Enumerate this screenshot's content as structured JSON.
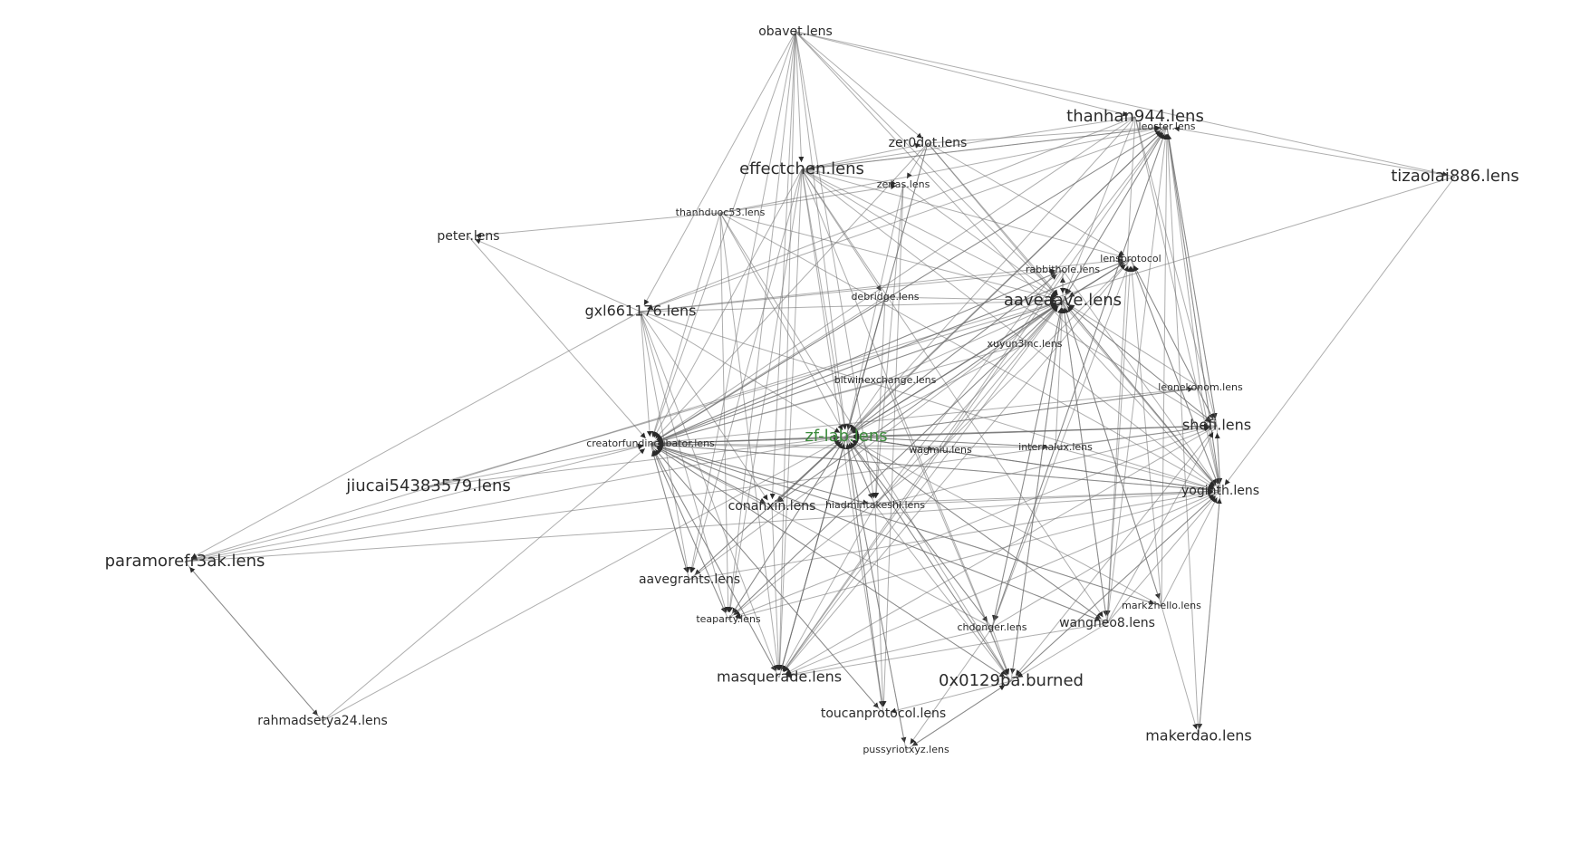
{
  "graph": {
    "colors": {
      "edge": "#6b6b6b",
      "label": "#2b2b2b",
      "highlight": "#3d8b3d",
      "background": "#ffffff"
    },
    "nodes": [
      {
        "id": "obavet",
        "label": "obavet.lens",
        "size": "small"
      },
      {
        "id": "thanhan944",
        "label": "thanhan944.lens",
        "size": "large"
      },
      {
        "id": "leoster",
        "label": "leoster.lens",
        "size": "tiny"
      },
      {
        "id": "tizaolai886",
        "label": "tizaolai886.lens",
        "size": "large"
      },
      {
        "id": "zer0dot",
        "label": "zer0dot.lens",
        "size": "small"
      },
      {
        "id": "effectchen",
        "label": "effectchen.lens",
        "size": "large"
      },
      {
        "id": "zerias",
        "label": "zerias.lens",
        "size": "tiny"
      },
      {
        "id": "thanhduoc53",
        "label": "thanhduoc53.lens",
        "size": "tiny"
      },
      {
        "id": "peter",
        "label": "peter.lens",
        "size": "small"
      },
      {
        "id": "lensprotocol",
        "label": "lensprotocol",
        "size": "tiny"
      },
      {
        "id": "rabbithole",
        "label": "rabbithole.lens",
        "size": "tiny"
      },
      {
        "id": "aaveaave",
        "label": "aaveaave.lens",
        "size": "large"
      },
      {
        "id": "debridge",
        "label": "debridge.lens",
        "size": "tiny"
      },
      {
        "id": "gxl661176",
        "label": "gxl661176.lens",
        "size": "medium"
      },
      {
        "id": "xuyun",
        "label": "xuyun3inc.lens",
        "size": "tiny"
      },
      {
        "id": "bitwin",
        "label": "bitwinexchange.lens",
        "size": "tiny"
      },
      {
        "id": "leonekonom",
        "label": "leonekonom.lens",
        "size": "tiny"
      },
      {
        "id": "creatorfund",
        "label": "creatorfundincubator.lens",
        "size": "tiny"
      },
      {
        "id": "zfilab",
        "label": "zf-lab.lens",
        "size": "large",
        "highlight": true
      },
      {
        "id": "shefi",
        "label": "shefi.lens",
        "size": "medium"
      },
      {
        "id": "wagmiu",
        "label": "wagmiu.lens",
        "size": "tiny"
      },
      {
        "id": "internalux",
        "label": "internalux.lens",
        "size": "tiny"
      },
      {
        "id": "jiucai",
        "label": "jiucai54383579.lens",
        "size": "large"
      },
      {
        "id": "yoginth",
        "label": "yoginth.lens",
        "size": "small"
      },
      {
        "id": "conanxin",
        "label": "conanxin.lens",
        "size": "small"
      },
      {
        "id": "hiadmin",
        "label": "hiadmintakeshi.lens",
        "size": "tiny"
      },
      {
        "id": "paramore",
        "label": "paramorefr3ak.lens",
        "size": "large"
      },
      {
        "id": "aavegrants",
        "label": "aavegrants.lens",
        "size": "small"
      },
      {
        "id": "mark2hello",
        "label": "mark2hello.lens",
        "size": "tiny"
      },
      {
        "id": "teaparty",
        "label": "teaparty.lens",
        "size": "tiny"
      },
      {
        "id": "chdonger",
        "label": "chdonger.lens",
        "size": "tiny"
      },
      {
        "id": "wangneo8",
        "label": "wangneo8.lens",
        "size": "small"
      },
      {
        "id": "masquerade",
        "label": "masquerade.lens",
        "size": "medium"
      },
      {
        "id": "ox0129ba",
        "label": "0x0129ba.burned",
        "size": "large"
      },
      {
        "id": "toucan",
        "label": "toucanprotocol.lens",
        "size": "small"
      },
      {
        "id": "rahmad",
        "label": "rahmadsetya24.lens",
        "size": "small"
      },
      {
        "id": "makerdao",
        "label": "makerdao.lens",
        "size": "medium"
      },
      {
        "id": "pussyriot",
        "label": "pussyriotxyz.lens",
        "size": "tiny"
      }
    ],
    "edges": [
      [
        "obavet",
        "thanhan944"
      ],
      [
        "obavet",
        "tizaolai886"
      ],
      [
        "obavet",
        "effectchen"
      ],
      [
        "obavet",
        "zer0dot"
      ],
      [
        "obavet",
        "creatorfund"
      ],
      [
        "obavet",
        "zfilab"
      ],
      [
        "obavet",
        "aaveaave"
      ],
      [
        "obavet",
        "masquerade"
      ],
      [
        "obavet",
        "aavegrants"
      ],
      [
        "obavet",
        "yoginth"
      ],
      [
        "obavet",
        "conanxin"
      ],
      [
        "obavet",
        "teaparty"
      ],
      [
        "obavet",
        "gxl661176"
      ],
      [
        "obavet",
        "hiadmin"
      ],
      [
        "tizaolai886",
        "leoster"
      ],
      [
        "tizaolai886",
        "paramore"
      ],
      [
        "tizaolai886",
        "yoginth"
      ],
      [
        "thanhan944",
        "effectchen"
      ],
      [
        "thanhan944",
        "aaveaave"
      ],
      [
        "thanhan944",
        "zfilab"
      ],
      [
        "thanhan944",
        "yoginth"
      ],
      [
        "thanhan944",
        "shefi"
      ],
      [
        "thanhan944",
        "creatorfund"
      ],
      [
        "thanhan944",
        "gxl661176"
      ],
      [
        "thanhan944",
        "wangneo8"
      ],
      [
        "leoster",
        "zfilab"
      ],
      [
        "leoster",
        "aaveaave"
      ],
      [
        "leoster",
        "gxl661176"
      ],
      [
        "leoster",
        "creatorfund"
      ],
      [
        "leoster",
        "yoginth"
      ],
      [
        "leoster",
        "shefi"
      ],
      [
        "leoster",
        "chdonger"
      ],
      [
        "leoster",
        "effectchen"
      ],
      [
        "leoster",
        "conanxin"
      ],
      [
        "effectchen",
        "zfilab"
      ],
      [
        "effectchen",
        "aaveaave"
      ],
      [
        "effectchen",
        "creatorfund"
      ],
      [
        "effectchen",
        "masquerade"
      ],
      [
        "effectchen",
        "ox0129ba"
      ],
      [
        "effectchen",
        "yoginth"
      ],
      [
        "effectchen",
        "shefi"
      ],
      [
        "effectchen",
        "aavegrants"
      ],
      [
        "effectchen",
        "teaparty"
      ],
      [
        "effectchen",
        "toucan"
      ],
      [
        "effectchen",
        "leoster"
      ],
      [
        "effectchen",
        "lensprotocol"
      ],
      [
        "effectchen",
        "zer0dot"
      ],
      [
        "effectchen",
        "zerias"
      ],
      [
        "effectchen",
        "debridge"
      ],
      [
        "effectchen",
        "wangneo8"
      ],
      [
        "zer0dot",
        "zfilab"
      ],
      [
        "zer0dot",
        "aaveaave"
      ],
      [
        "zer0dot",
        "creatorfund"
      ],
      [
        "zer0dot",
        "masquerade"
      ],
      [
        "zer0dot",
        "yoginth"
      ],
      [
        "zer0dot",
        "leoster"
      ],
      [
        "zer0dot",
        "lensprotocol"
      ],
      [
        "zer0dot",
        "zerias"
      ],
      [
        "zerias",
        "zfilab"
      ],
      [
        "zerias",
        "hiadmin"
      ],
      [
        "zerias",
        "toucan"
      ],
      [
        "zerias",
        "aaveaave"
      ],
      [
        "thanhduoc53",
        "peter"
      ],
      [
        "thanhduoc53",
        "zfilab"
      ],
      [
        "thanhduoc53",
        "aaveaave"
      ],
      [
        "thanhduoc53",
        "masquerade"
      ],
      [
        "thanhduoc53",
        "creatorfund"
      ],
      [
        "thanhduoc53",
        "yoginth"
      ],
      [
        "thanhduoc53",
        "zerias"
      ],
      [
        "thanhduoc53",
        "leoster"
      ],
      [
        "thanhduoc53",
        "ox0129ba"
      ],
      [
        "thanhduoc53",
        "teaparty"
      ],
      [
        "gxl661176",
        "peter"
      ],
      [
        "gxl661176",
        "zfilab"
      ],
      [
        "gxl661176",
        "aaveaave"
      ],
      [
        "gxl661176",
        "creatorfund"
      ],
      [
        "gxl661176",
        "masquerade"
      ],
      [
        "gxl661176",
        "yoginth"
      ],
      [
        "gxl661176",
        "aavegrants"
      ],
      [
        "gxl661176",
        "conanxin"
      ],
      [
        "gxl661176",
        "paramore"
      ],
      [
        "gxl661176",
        "teaparty"
      ],
      [
        "gxl661176",
        "lensprotocol"
      ],
      [
        "gxl661176",
        "rabbithole"
      ],
      [
        "peter",
        "creatorfund"
      ],
      [
        "jiucai",
        "creatorfund"
      ],
      [
        "jiucai",
        "zfilab"
      ],
      [
        "jiucai",
        "aaveaave"
      ],
      [
        "paramore",
        "rahmad"
      ],
      [
        "paramore",
        "creatorfund"
      ],
      [
        "paramore",
        "zfilab"
      ],
      [
        "paramore",
        "yoginth"
      ],
      [
        "paramore",
        "shefi"
      ],
      [
        "rahmad",
        "creatorfund"
      ],
      [
        "rahmad",
        "paramore"
      ],
      [
        "rahmad",
        "zfilab"
      ],
      [
        "creatorfund",
        "zfilab"
      ],
      [
        "creatorfund",
        "aaveaave"
      ],
      [
        "creatorfund",
        "yoginth"
      ],
      [
        "creatorfund",
        "shefi"
      ],
      [
        "creatorfund",
        "masquerade"
      ],
      [
        "creatorfund",
        "aavegrants"
      ],
      [
        "creatorfund",
        "teaparty"
      ],
      [
        "creatorfund",
        "ox0129ba"
      ],
      [
        "creatorfund",
        "conanxin"
      ],
      [
        "creatorfund",
        "hiadmin"
      ],
      [
        "creatorfund",
        "wangneo8"
      ],
      [
        "creatorfund",
        "leoster"
      ],
      [
        "creatorfund",
        "lensprotocol"
      ],
      [
        "creatorfund",
        "rabbithole"
      ],
      [
        "creatorfund",
        "mark2hello"
      ],
      [
        "creatorfund",
        "toucan"
      ],
      [
        "zfilab",
        "aaveaave"
      ],
      [
        "zfilab",
        "yoginth"
      ],
      [
        "zfilab",
        "shefi"
      ],
      [
        "zfilab",
        "masquerade"
      ],
      [
        "zfilab",
        "ox0129ba"
      ],
      [
        "zfilab",
        "aavegrants"
      ],
      [
        "zfilab",
        "teaparty"
      ],
      [
        "zfilab",
        "toucan"
      ],
      [
        "zfilab",
        "pussyriot"
      ],
      [
        "zfilab",
        "leoster"
      ],
      [
        "zfilab",
        "lensprotocol"
      ],
      [
        "zfilab",
        "rabbithole"
      ],
      [
        "zfilab",
        "conanxin"
      ],
      [
        "zfilab",
        "hiadmin"
      ],
      [
        "zfilab",
        "wangneo8"
      ],
      [
        "zfilab",
        "chdonger"
      ],
      [
        "zfilab",
        "creatorfund"
      ],
      [
        "zfilab",
        "leonekonom"
      ],
      [
        "zfilab",
        "internalux"
      ],
      [
        "zfilab",
        "wagmiu"
      ],
      [
        "aaveaave",
        "yoginth"
      ],
      [
        "aaveaave",
        "shefi"
      ],
      [
        "aaveaave",
        "masquerade"
      ],
      [
        "aaveaave",
        "ox0129ba"
      ],
      [
        "aaveaave",
        "creatorfund"
      ],
      [
        "aaveaave",
        "zfilab"
      ],
      [
        "aaveaave",
        "lensprotocol"
      ],
      [
        "aaveaave",
        "rabbithole"
      ],
      [
        "aaveaave",
        "conanxin"
      ],
      [
        "aaveaave",
        "wangneo8"
      ],
      [
        "aaveaave",
        "chdonger"
      ],
      [
        "aaveaave",
        "teaparty"
      ],
      [
        "aaveaave",
        "leoster"
      ],
      [
        "aaveaave",
        "mark2hello"
      ],
      [
        "rabbithole",
        "aaveaave"
      ],
      [
        "rabbithole",
        "zfilab"
      ],
      [
        "rabbithole",
        "yoginth"
      ],
      [
        "rabbithole",
        "masquerade"
      ],
      [
        "rabbithole",
        "creatorfund"
      ],
      [
        "lensprotocol",
        "aaveaave"
      ],
      [
        "lensprotocol",
        "zfilab"
      ],
      [
        "lensprotocol",
        "yoginth"
      ],
      [
        "lensprotocol",
        "masquerade"
      ],
      [
        "lensprotocol",
        "creatorfund"
      ],
      [
        "lensprotocol",
        "shefi"
      ],
      [
        "debridge",
        "zfilab"
      ],
      [
        "debridge",
        "aaveaave"
      ],
      [
        "debridge",
        "creatorfund"
      ],
      [
        "debridge",
        "hiadmin"
      ],
      [
        "debridge",
        "masquerade"
      ],
      [
        "xuyun",
        "aaveaave"
      ],
      [
        "xuyun",
        "zfilab"
      ],
      [
        "xuyun",
        "creatorfund"
      ],
      [
        "bitwin",
        "zfilab"
      ],
      [
        "bitwin",
        "aaveaave"
      ],
      [
        "bitwin",
        "creatorfund"
      ],
      [
        "bitwin",
        "ox0129ba"
      ],
      [
        "leonekonom",
        "zfilab"
      ],
      [
        "leonekonom",
        "creatorfund"
      ],
      [
        "leonekonom",
        "aaveaave"
      ],
      [
        "leonekonom",
        "yoginth"
      ],
      [
        "leonekonom",
        "leoster"
      ],
      [
        "shefi",
        "zfilab"
      ],
      [
        "shefi",
        "creatorfund"
      ],
      [
        "shefi",
        "yoginth"
      ],
      [
        "shefi",
        "aaveaave"
      ],
      [
        "shefi",
        "masquerade"
      ],
      [
        "shefi",
        "ox0129ba"
      ],
      [
        "shefi",
        "leoster"
      ],
      [
        "shefi",
        "lensprotocol"
      ],
      [
        "shefi",
        "teaparty"
      ],
      [
        "wagmiu",
        "zfilab"
      ],
      [
        "wagmiu",
        "creatorfund"
      ],
      [
        "wagmiu",
        "aaveaave"
      ],
      [
        "wagmiu",
        "masquerade"
      ],
      [
        "wagmiu",
        "yoginth"
      ],
      [
        "wagmiu",
        "lensprotocol"
      ],
      [
        "wagmiu",
        "leoster"
      ],
      [
        "wagmiu",
        "teaparty"
      ],
      [
        "internalux",
        "zfilab"
      ],
      [
        "internalux",
        "creatorfund"
      ],
      [
        "internalux",
        "aaveaave"
      ],
      [
        "internalux",
        "yoginth"
      ],
      [
        "internalux",
        "shefi"
      ],
      [
        "yoginth",
        "zfilab"
      ],
      [
        "yoginth",
        "creatorfund"
      ],
      [
        "yoginth",
        "aaveaave"
      ],
      [
        "yoginth",
        "masquerade"
      ],
      [
        "yoginth",
        "ox0129ba"
      ],
      [
        "yoginth",
        "shefi"
      ],
      [
        "yoginth",
        "leoster"
      ],
      [
        "yoginth",
        "lensprotocol"
      ],
      [
        "yoginth",
        "teaparty"
      ],
      [
        "yoginth",
        "makerdao"
      ],
      [
        "conanxin",
        "zfilab"
      ],
      [
        "conanxin",
        "creatorfund"
      ],
      [
        "conanxin",
        "aaveaave"
      ],
      [
        "conanxin",
        "masquerade"
      ],
      [
        "conanxin",
        "yoginth"
      ],
      [
        "hiadmin",
        "zfilab"
      ],
      [
        "hiadmin",
        "creatorfund"
      ],
      [
        "hiadmin",
        "aaveaave"
      ],
      [
        "hiadmin",
        "yoginth"
      ],
      [
        "hiadmin",
        "masquerade"
      ],
      [
        "hiadmin",
        "ox0129ba"
      ],
      [
        "hiadmin",
        "shefi"
      ],
      [
        "hiadmin",
        "leoster"
      ],
      [
        "hiadmin",
        "toucan"
      ],
      [
        "aavegrants",
        "creatorfund"
      ],
      [
        "aavegrants",
        "zfilab"
      ],
      [
        "aavegrants",
        "aaveaave"
      ],
      [
        "aavegrants",
        "yoginth"
      ],
      [
        "mark2hello",
        "zfilab"
      ],
      [
        "mark2hello",
        "creatorfund"
      ],
      [
        "mark2hello",
        "aaveaave"
      ],
      [
        "mark2hello",
        "leoster"
      ],
      [
        "mark2hello",
        "lensprotocol"
      ],
      [
        "mark2hello",
        "makerdao"
      ],
      [
        "mark2hello",
        "yoginth"
      ],
      [
        "teaparty",
        "zfilab"
      ],
      [
        "teaparty",
        "creatorfund"
      ],
      [
        "teaparty",
        "aaveaave"
      ],
      [
        "chdonger",
        "zfilab"
      ],
      [
        "chdonger",
        "aaveaave"
      ],
      [
        "chdonger",
        "creatorfund"
      ],
      [
        "chdonger",
        "ox0129ba"
      ],
      [
        "chdonger",
        "yoginth"
      ],
      [
        "chdonger",
        "lensprotocol"
      ],
      [
        "chdonger",
        "leoster"
      ],
      [
        "chdonger",
        "masquerade"
      ],
      [
        "chdonger",
        "pussyriot"
      ],
      [
        "wangneo8",
        "zfilab"
      ],
      [
        "wangneo8",
        "aaveaave"
      ],
      [
        "wangneo8",
        "creatorfund"
      ],
      [
        "wangneo8",
        "yoginth"
      ],
      [
        "wangneo8",
        "ox0129ba"
      ],
      [
        "wangneo8",
        "masquerade"
      ],
      [
        "wangneo8",
        "leoster"
      ],
      [
        "wangneo8",
        "lensprotocol"
      ],
      [
        "wangneo8",
        "shefi"
      ],
      [
        "masquerade",
        "creatorfund"
      ],
      [
        "masquerade",
        "zfilab"
      ],
      [
        "ox0129ba",
        "zfilab"
      ],
      [
        "ox0129ba",
        "creatorfund"
      ],
      [
        "ox0129ba",
        "aaveaave"
      ],
      [
        "ox0129ba",
        "yoginth"
      ],
      [
        "ox0129ba",
        "toucan"
      ],
      [
        "ox0129ba",
        "pussyriot"
      ],
      [
        "toucan",
        "zfilab"
      ],
      [
        "toucan",
        "creatorfund"
      ],
      [
        "pussyriot",
        "zfilab"
      ],
      [
        "pussyriot",
        "ox0129ba"
      ],
      [
        "makerdao",
        "yoginth"
      ],
      [
        "makerdao",
        "leoster"
      ]
    ]
  }
}
